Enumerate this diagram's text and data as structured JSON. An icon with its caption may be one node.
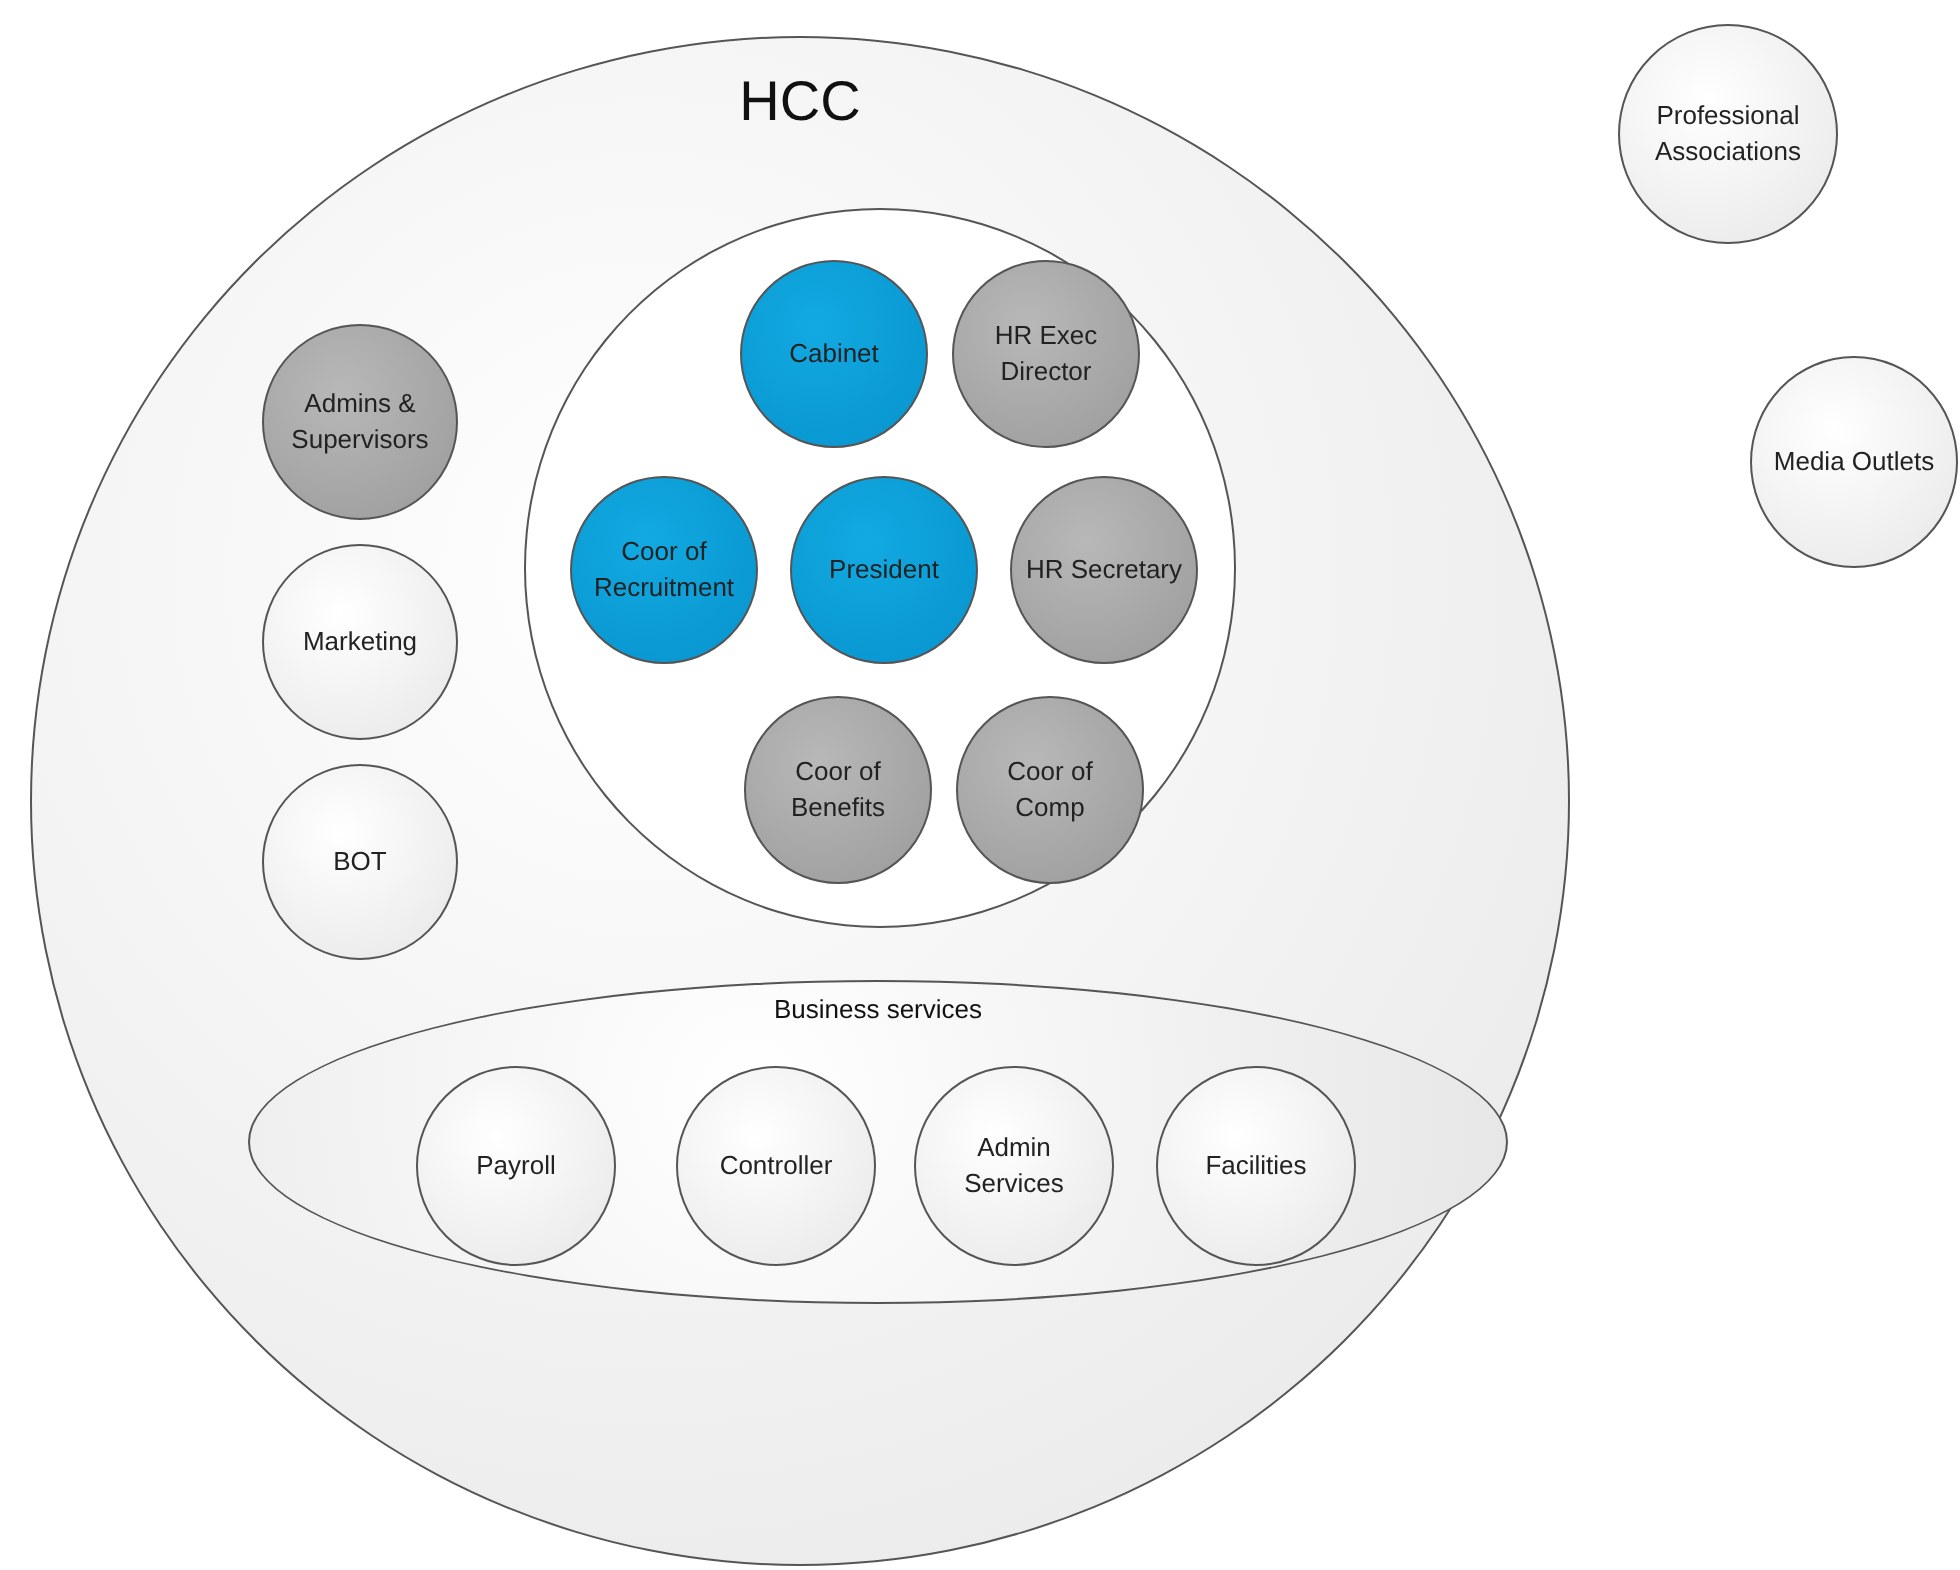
{
  "diagram": {
    "nodes": [
      {
        "text": [
          "HCC"
        ]
      },
      {
        "text": [],
        "shape": "circle",
        "in": 0
      },
      {
        "text": [
          "Cabinet"
        ],
        "in": 1
      },
      {
        "text": [
          "HR Exec Director"
        ],
        "in": 1
      },
      {
        "text": [
          "Admins & Supervisors"
        ],
        "in": 0
      },
      {
        "text": [
          "Coor of Recruitment"
        ],
        "in": 1
      },
      {
        "text": [
          "President"
        ],
        "in": 1
      },
      {
        "text": [
          "HR Secretary"
        ],
        "in": 1
      },
      {
        "text": [
          "Marketing"
        ],
        "in": 0
      },
      {
        "text": [
          "Coor of Benefits"
        ],
        "in": 1
      },
      {
        "text": [
          "Coor of Comp"
        ],
        "in": 1
      },
      {
        "text": [
          "BOT"
        ],
        "in": 0
      },
      {
        "text": [
          "Business services"
        ],
        "in": 0
      },
      {
        "text": [
          "Payroll"
        ],
        "in": 12
      },
      {
        "text": [
          "Controller"
        ],
        "in": 12
      },
      {
        "text": [
          "Admin Services"
        ],
        "in": 12
      },
      {
        "text": [
          "Facilities"
        ],
        "in": 12
      },
      {
        "text": [
          "Professional Associations"
        ]
      },
      {
        "text": [
          "Media Outlets"
        ]
      }
    ]
  }
}
